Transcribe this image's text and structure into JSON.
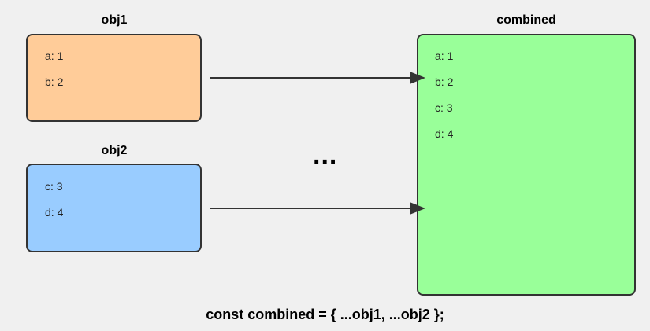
{
  "obj1": {
    "title": "obj1",
    "props": [
      "a: 1",
      "b: 2"
    ],
    "color": "#ffcc99"
  },
  "obj2": {
    "title": "obj2",
    "props": [
      "c: 3",
      "d: 4"
    ],
    "color": "#99ccff"
  },
  "combined": {
    "title": "combined",
    "props": [
      "a: 1",
      "b: 2",
      "c: 3",
      "d: 4"
    ],
    "color": "#99ff99"
  },
  "spread_symbol": "...",
  "code_line": "const combined = { ...obj1, ...obj2 };",
  "border_color": "#333333",
  "background_color": "#f0f0f0"
}
